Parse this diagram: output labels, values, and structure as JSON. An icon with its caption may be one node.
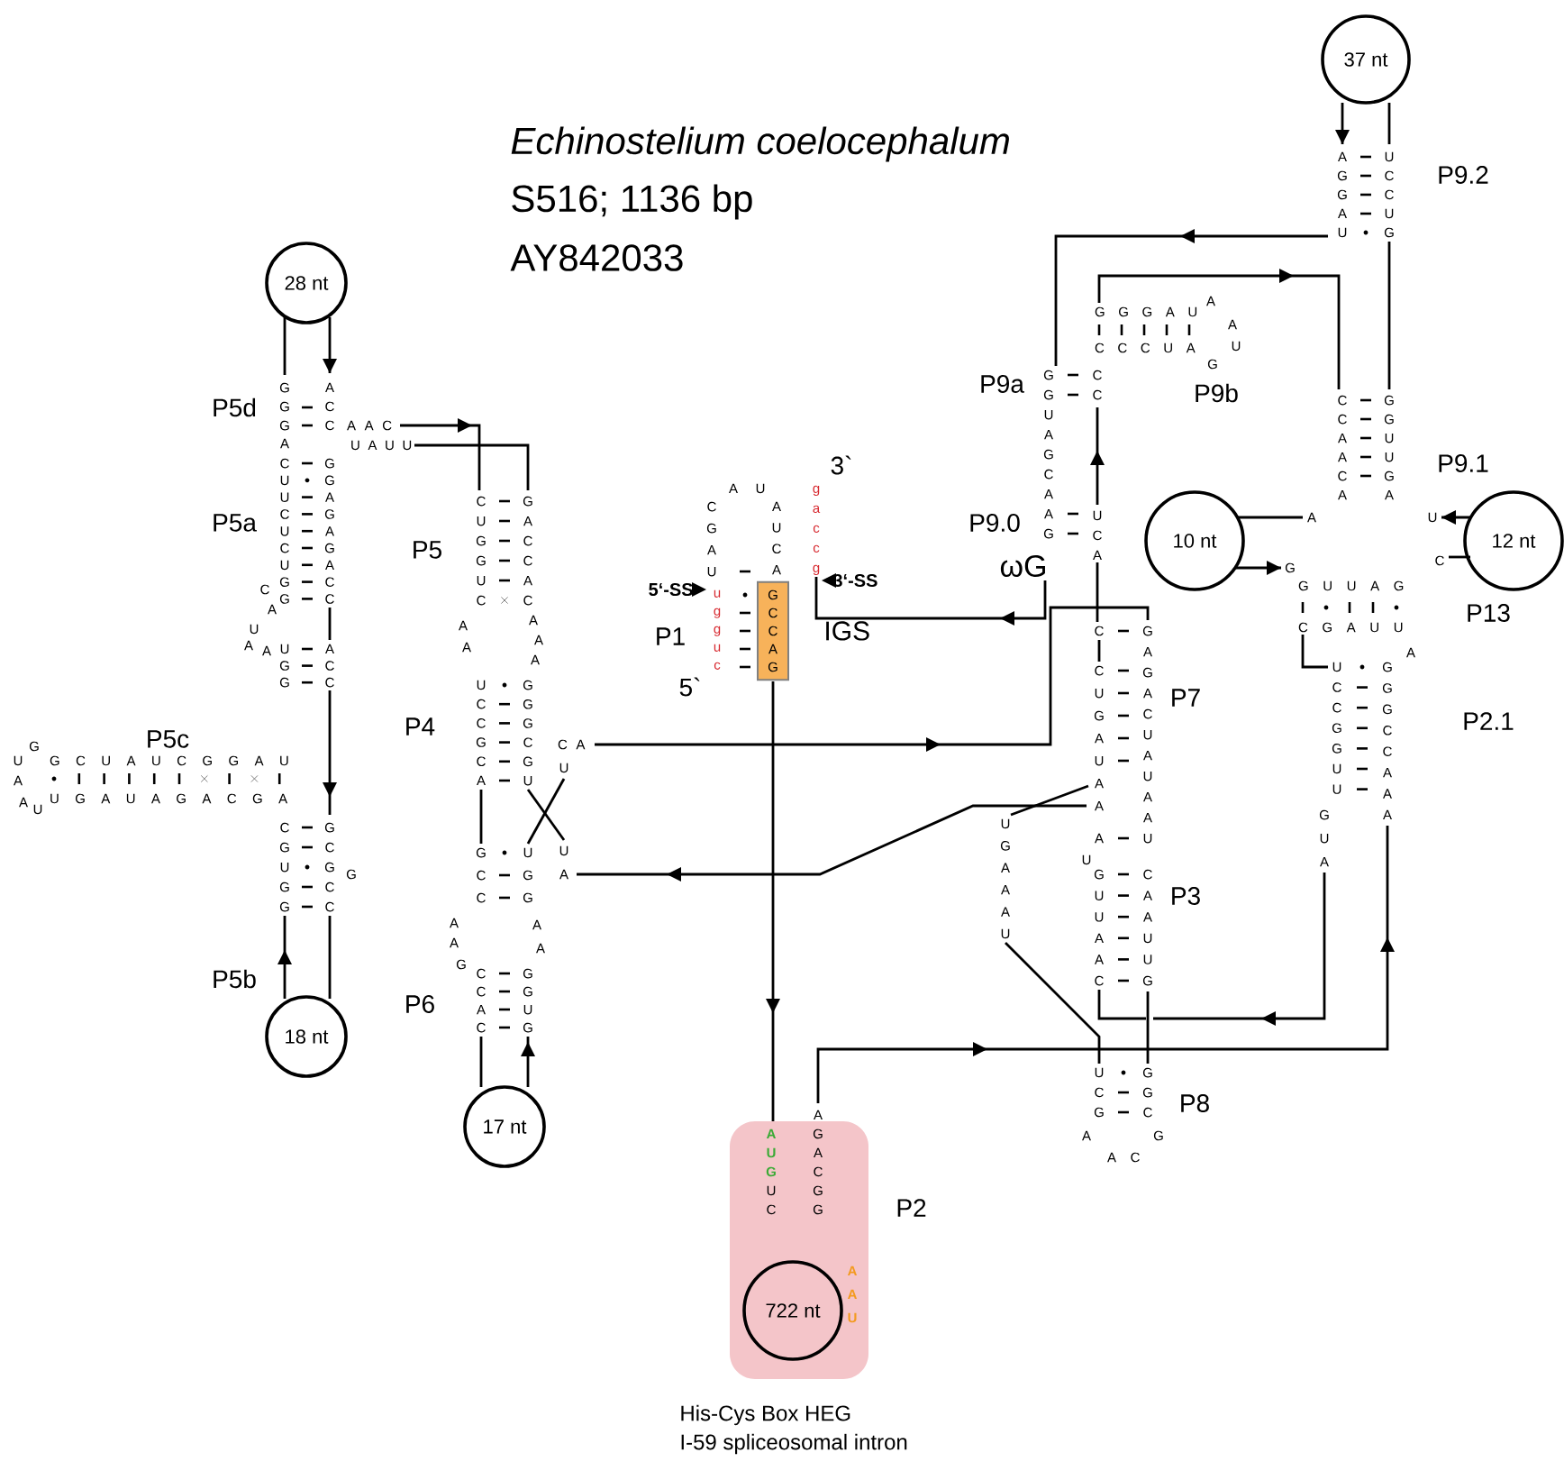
{
  "diagram": {
    "title": "Echinostelium coelocephalum",
    "nodes": [
      {
        "text": [
          "28 nt"
        ]
      },
      {
        "text": [
          "18 nt"
        ]
      },
      {
        "text": [
          "17 nt"
        ]
      },
      {
        "text": [
          "G C C A G"
        ],
        "beside": [
          "IGS"
        ]
      },
      {
        "text": [],
        "shape": "box",
        "beside": [
          "P2",
          "His-Cys Box HEG",
          "I-59 spliceosomal intron"
        ]
      },
      {
        "text": [
          "722 nt"
        ],
        "in": 4
      },
      {
        "text": [
          "37 nt"
        ]
      },
      {
        "text": [
          "10 nt"
        ]
      },
      {
        "text": [
          "12 nt"
        ]
      }
    ],
    "labels": [
      "S516; 1136 bp",
      "AY842033",
      "P5d",
      "G G G",
      "A C C",
      "A A C",
      "A",
      "U A U U",
      "P5a",
      "C U U C U C U G G",
      "G G A G A G A C C",
      "C",
      "A",
      "U",
      "A",
      "A",
      "U G G",
      "A C C",
      "P5c",
      "U",
      "G",
      "G C U A U C G G A U",
      "A",
      "A",
      "U",
      "U G A U A G A C G A",
      "C G U G G",
      "G C G C C",
      "G",
      "P5b",
      "P5",
      "C U G G U C",
      "G A C C A C",
      "A",
      "A",
      "A",
      "A",
      "A",
      "P4",
      "U C C G C A",
      "G G G C G U",
      "C A",
      "U",
      "U",
      "A",
      "G C C",
      "U G G",
      "A",
      "A",
      "G",
      "A",
      "A",
      "P6",
      "C C A C",
      "G G U G",
      "A U",
      "C G A U",
      "A U C A",
      "3`",
      "g a c c g",
      "5‘-SS",
      "u g g u c",
      "3‘-SS",
      "P1",
      "5`",
      "A U G",
      "U C",
      "A G A C G G",
      "A A U",
      "P9.2",
      "A G G A U",
      "U C C U G",
      "G G G A U",
      "A",
      "A",
      "U",
      "G",
      "C C C U A",
      "P9a",
      "G G U A G C A A G",
      "C C",
      "P9b",
      "C C A A C A",
      "G G U U G A",
      "P9.1",
      "A",
      "U",
      "P9.0",
      "U C A",
      "ωG",
      "G",
      "G U U A G",
      "C",
      "C G A U U",
      "A",
      "P13",
      "U C C G G U U",
      "G G G C C A A A",
      "G U A",
      "P2.1",
      "P7",
      "C",
      "C U G A U A A",
      "G A G A C U A U A A U",
      "A",
      "U",
      "U G A A A U",
      "P3",
      "G U U A A C",
      "C A A U U G",
      "U C G",
      "G G C",
      "A",
      "G",
      "A C",
      "P8"
    ]
  }
}
